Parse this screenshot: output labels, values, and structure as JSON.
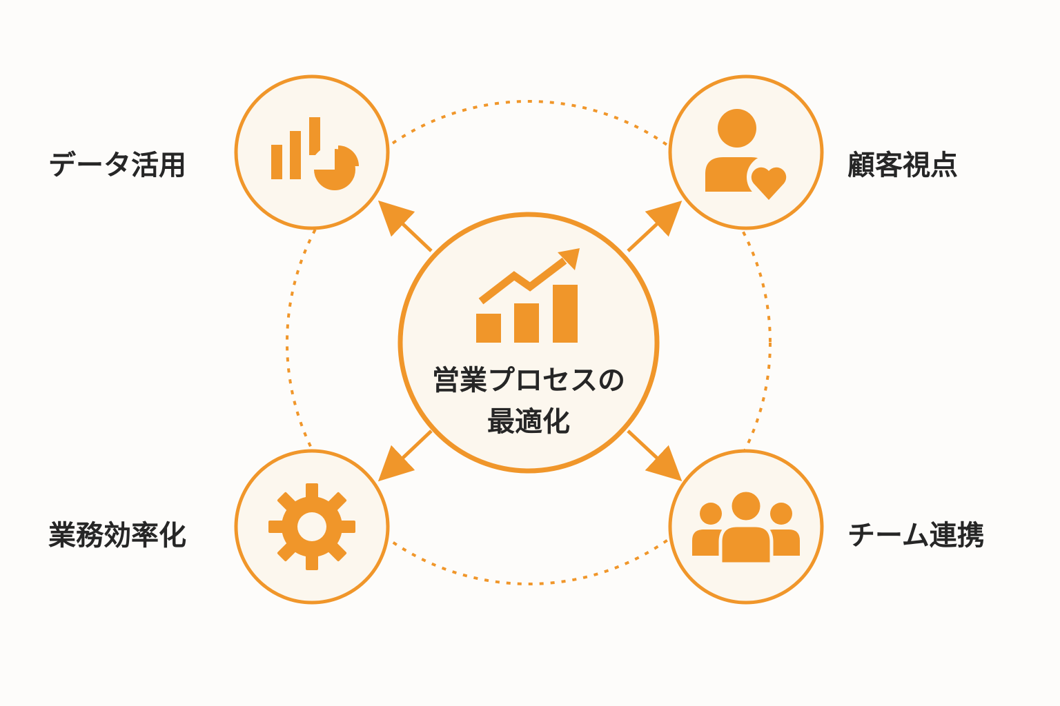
{
  "center": {
    "title_line1": "営業プロセスの",
    "title_line2": "最適化",
    "icon": "growth-chart-icon"
  },
  "nodes": [
    {
      "label": "データ活用",
      "icon": "chart-icon"
    },
    {
      "label": "顧客視点",
      "icon": "customer-heart-icon"
    },
    {
      "label": "業務効率化",
      "icon": "gear-icon"
    },
    {
      "label": "チーム連携",
      "icon": "team-icon"
    }
  ],
  "colors": {
    "accent": "#f0962a",
    "node_fill": "#fcf7ee",
    "text": "#262626",
    "background": "#fdfcfa"
  }
}
